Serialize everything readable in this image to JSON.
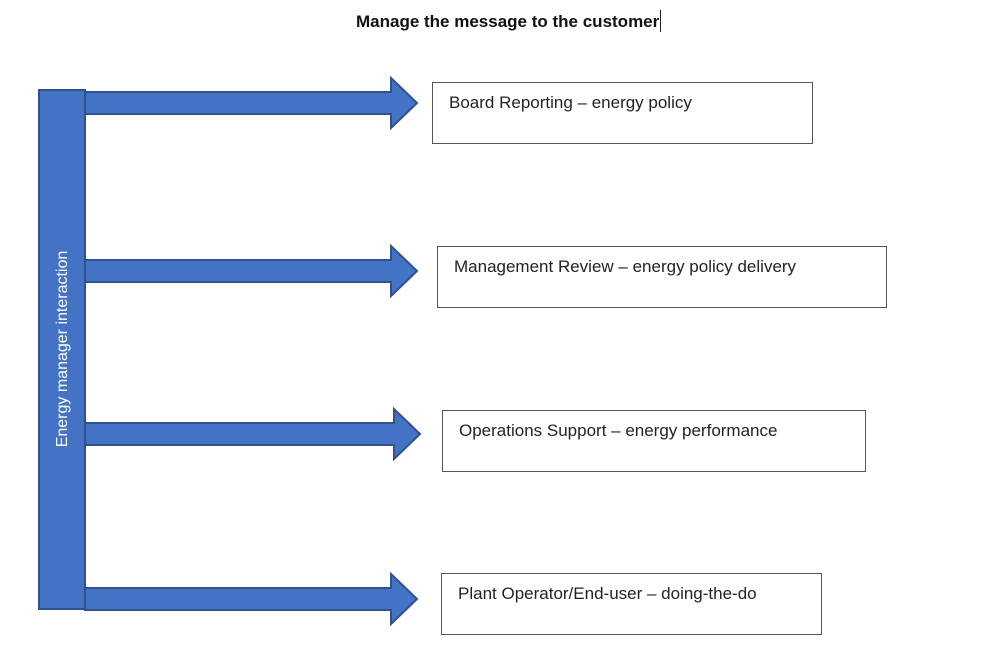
{
  "title": "Manage the message to the customer",
  "vertical_label": "Energy manager interaction",
  "boxes": [
    {
      "label": "Board Reporting – energy policy"
    },
    {
      "label": "Management Review – energy policy delivery"
    },
    {
      "label": "Operations Support – energy performance"
    },
    {
      "label": "Plant Operator/End-user – doing-the-do"
    }
  ],
  "colors": {
    "arrow_fill": "#4472C4",
    "arrow_stroke": "#2F528F",
    "box_border": "#555555",
    "text": "#222222"
  }
}
